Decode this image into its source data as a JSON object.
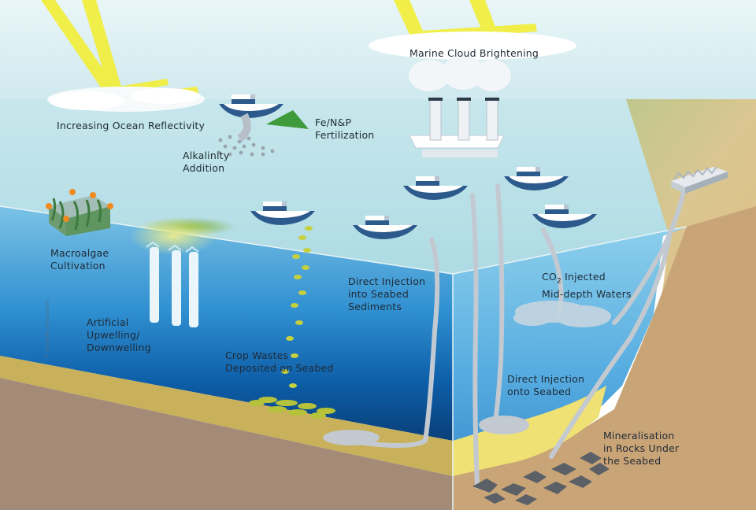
{
  "labels": {
    "ocean_reflectivity": "Increasing Ocean Reflectivity",
    "cloud_brightening": "Marine Cloud Brightening",
    "fertilization": [
      "Fe/N&P",
      "Fertilization"
    ],
    "alkalinity": [
      "Alkalinity",
      "Addition"
    ],
    "macroalgae": [
      "Macroalgae",
      "Cultivation"
    ],
    "upwelling": [
      "Artificial",
      "Upwelling/",
      "Downwelling"
    ],
    "crop_wastes": [
      "Crop Wastes",
      "Deposited on Seabed"
    ],
    "injection_sediments": [
      "Direct Injection",
      "into Seabed",
      "Sediments"
    ],
    "co2_injected": {
      "prefix": "CO",
      "subscript": "2",
      "suffix": " Injected",
      "line2": "Mid-depth Waters"
    },
    "injection_seabed": [
      "Direct Injection",
      "onto Seabed"
    ],
    "mineralisation": [
      "Mineralisation",
      "in Rocks Under",
      "the Seabed"
    ]
  },
  "credit": "© GEOMAR, Rita Erven",
  "colors": {
    "sky": "#daeef2",
    "sea_surface": "#bfe3ea",
    "water_light": "#62b4de",
    "water_dark": "#0b4f8e",
    "seabed_sand": "#c9b25a",
    "sediment": "#a38b78",
    "land_cliff": "#c9a477",
    "sunbeam": "#f2ee3a",
    "pipe": "#c3c9d0",
    "boat_hull": "#2d5a8c"
  }
}
